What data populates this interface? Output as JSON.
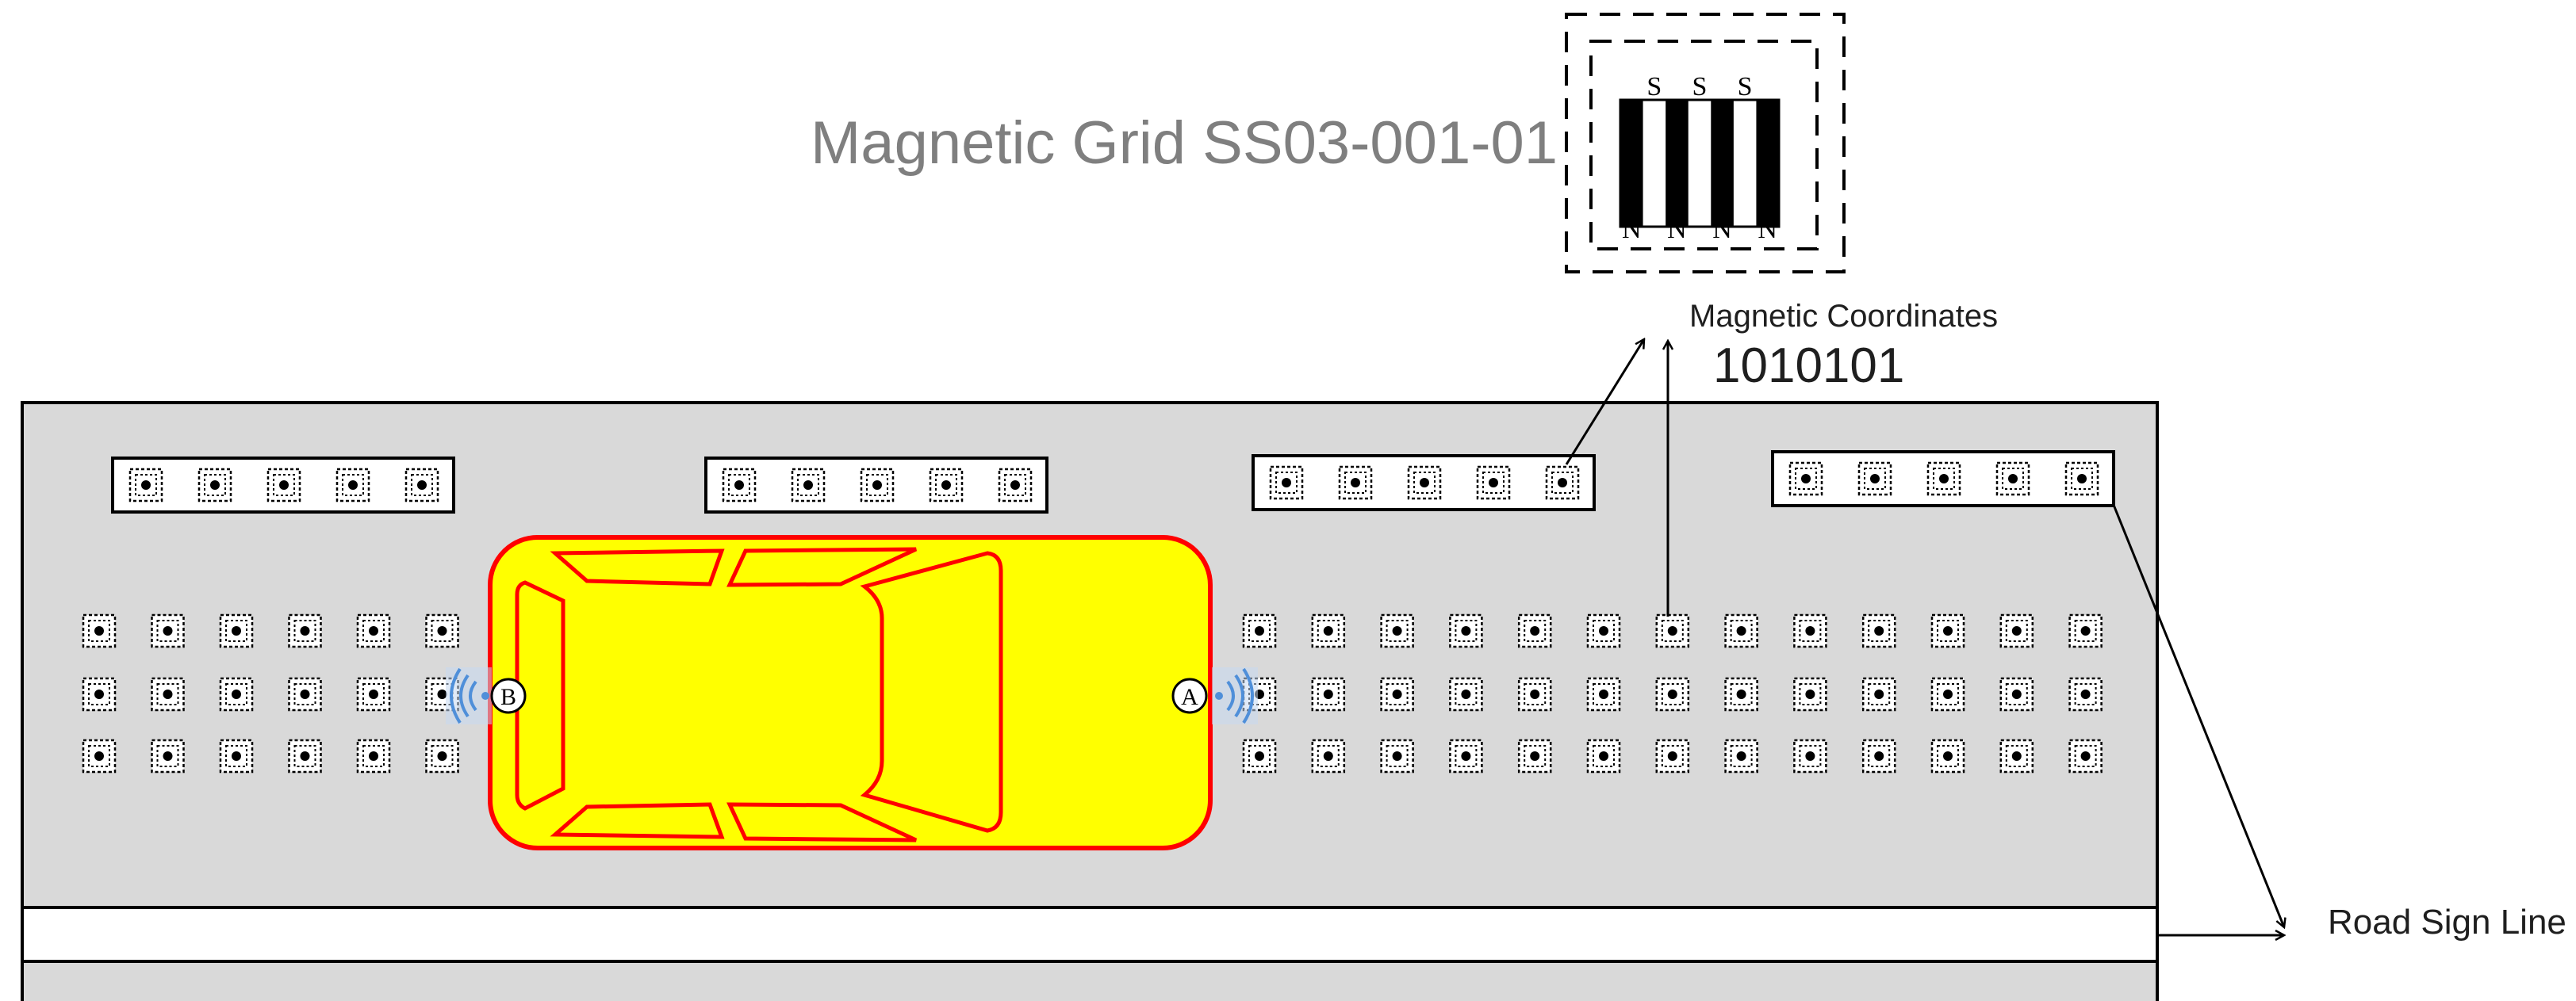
{
  "diagram": {
    "title": "Magnetic Grid SS03-001-01",
    "coordinates_label": "Magnetic Coordinates",
    "coordinates_value": "1010101",
    "road_sign_label": "Road Sign Line",
    "magnet_legend": {
      "top_poles": [
        "S",
        "S",
        "S"
      ],
      "bottom_poles": [
        "N",
        "N",
        "N",
        "N"
      ]
    },
    "vehicle": {
      "front_marker": "A",
      "rear_marker": "B"
    },
    "colors": {
      "road": "#d9d9d9",
      "vehicle_fill": "#ffff00",
      "vehicle_outline": "#ff0000",
      "signal": "#4f8fd9"
    }
  }
}
